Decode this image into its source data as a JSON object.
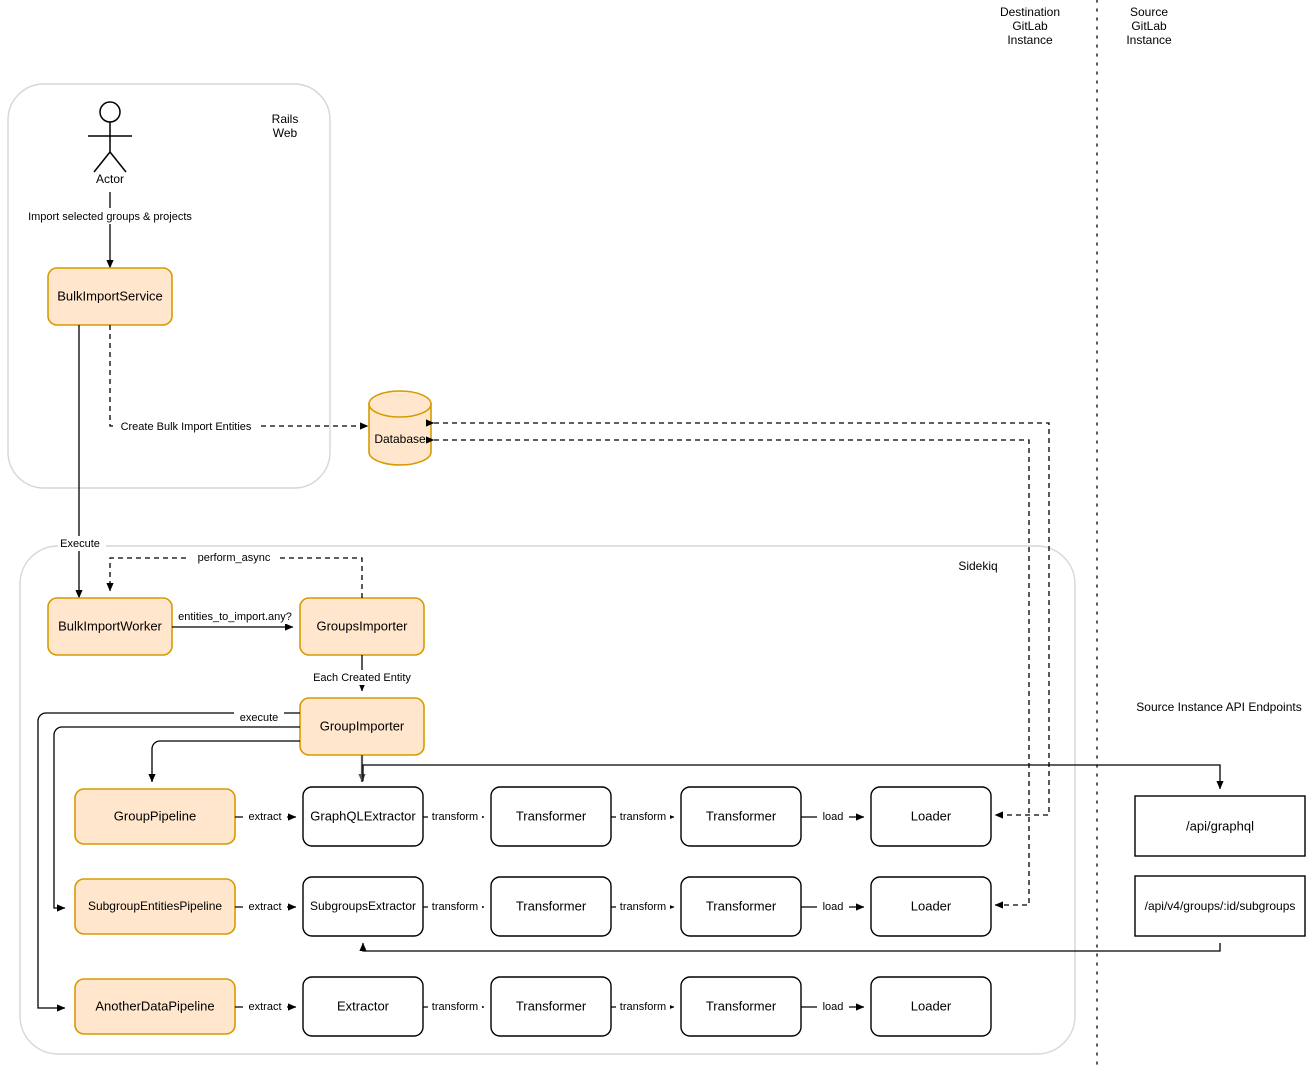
{
  "header": {
    "destination": [
      "Destination",
      "GitLab",
      "Instance"
    ],
    "source": [
      "Source",
      "GitLab",
      "Instance"
    ]
  },
  "zones": {
    "rails_web": "Rails\nWeb",
    "rails_web_l1": "Rails",
    "rails_web_l2": "Web",
    "sidekiq": "Sidekiq",
    "api_endpoints_title": "Source Instance API Endpoints"
  },
  "nodes": {
    "actor": "Actor",
    "bulk_import_service": "BulkImportService",
    "database": "Database",
    "bulk_import_worker": "BulkImportWorker",
    "groups_importer": "GroupsImporter",
    "group_importer": "GroupImporter",
    "group_pipeline": "GroupPipeline",
    "subgroup_entities_pipeline": "SubgroupEntitiesPipeline",
    "another_data_pipeline": "AnotherDataPipeline",
    "graphql_extractor": "GraphQLExtractor",
    "subgroups_extractor": "SubgroupsExtractor",
    "extractor": "Extractor",
    "transformer": "Transformer",
    "loader": "Loader",
    "api_graphql": "/api/graphql",
    "api_subgroups": "/api/v4/groups/:id/subgroups"
  },
  "edges": {
    "import_selected": "Import selected groups & projects",
    "create_bulk_import_entities": "Create Bulk Import Entities",
    "execute_top": "Execute",
    "perform_async": "perform_async",
    "entities_to_import": "entities_to_import.any?",
    "each_created_entity": "Each Created Entity",
    "execute": "execute",
    "extract": "extract",
    "transform": "transform",
    "load": "load"
  },
  "colors": {
    "orange_fill": "#ffe6cc",
    "orange_stroke": "#d79b00",
    "white_fill": "#ffffff",
    "black_stroke": "#000000",
    "zone_stroke": "#d6d6d6",
    "background": "#ffffff"
  },
  "pipelines": [
    {
      "name": "GroupPipeline",
      "stages": [
        "GraphQLExtractor",
        "Transformer",
        "Transformer",
        "Loader"
      ],
      "edge_labels": [
        "extract",
        "transform",
        "transform",
        "load"
      ]
    },
    {
      "name": "SubgroupEntitiesPipeline",
      "stages": [
        "SubgroupsExtractor",
        "Transformer",
        "Transformer",
        "Loader"
      ],
      "edge_labels": [
        "extract",
        "transform",
        "transform",
        "load"
      ]
    },
    {
      "name": "AnotherDataPipeline",
      "stages": [
        "Extractor",
        "Transformer",
        "Transformer",
        "Loader"
      ],
      "edge_labels": [
        "extract",
        "transform",
        "transform",
        "load"
      ]
    }
  ]
}
